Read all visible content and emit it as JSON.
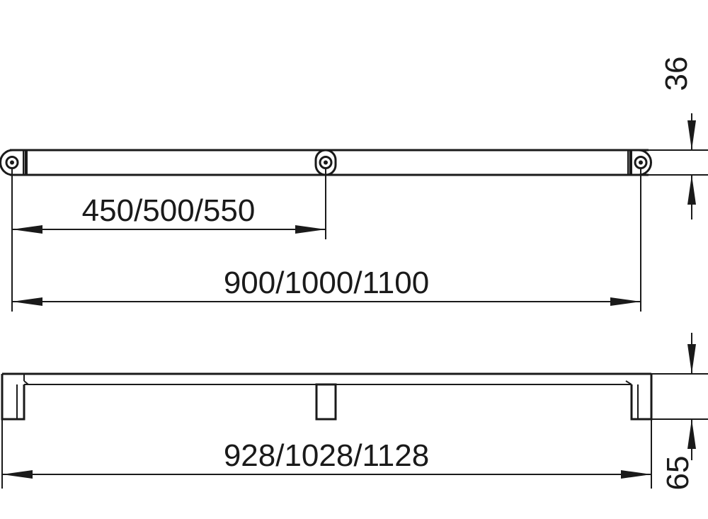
{
  "dimensions": {
    "top_height": "36",
    "half_length": "450/500/550",
    "full_length": "900/1000/1100",
    "overall_length": "928/1028/1128",
    "depth": "65"
  }
}
